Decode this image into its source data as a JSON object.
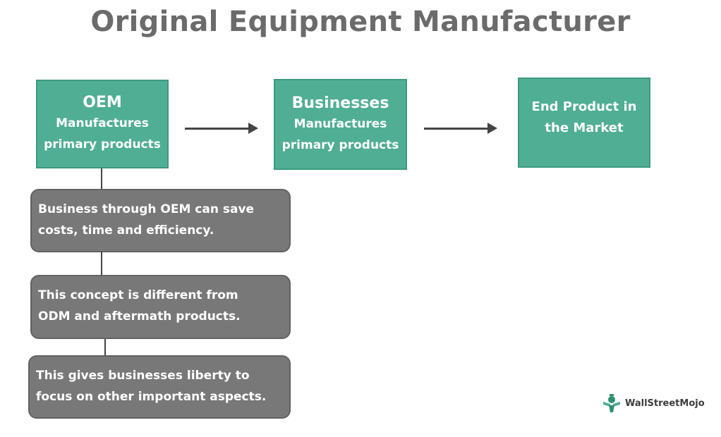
{
  "title": "Original Equipment Manufacturer",
  "boxes": {
    "oem": {
      "head": "OEM",
      "sub": "Manufactures\nprimary products"
    },
    "businesses": {
      "head": "Businesses",
      "sub": "Manufactures\nprimary products"
    },
    "end_product": {
      "sub": "End Product in\nthe Market"
    }
  },
  "notes": [
    "Business through OEM can save\ncosts, time and efficiency.",
    "This concept is different from\nODM and aftermath products.",
    "This gives businesses liberty to\nfocus on other important aspects."
  ],
  "brand": {
    "name": "WallStreetMojo",
    "icon": "wallstreetmojo-logo-icon"
  },
  "colors": {
    "box_fill": "#4fae94",
    "note_fill": "#787878",
    "title_text": "#6b6b6b",
    "arrow": "#444444"
  }
}
